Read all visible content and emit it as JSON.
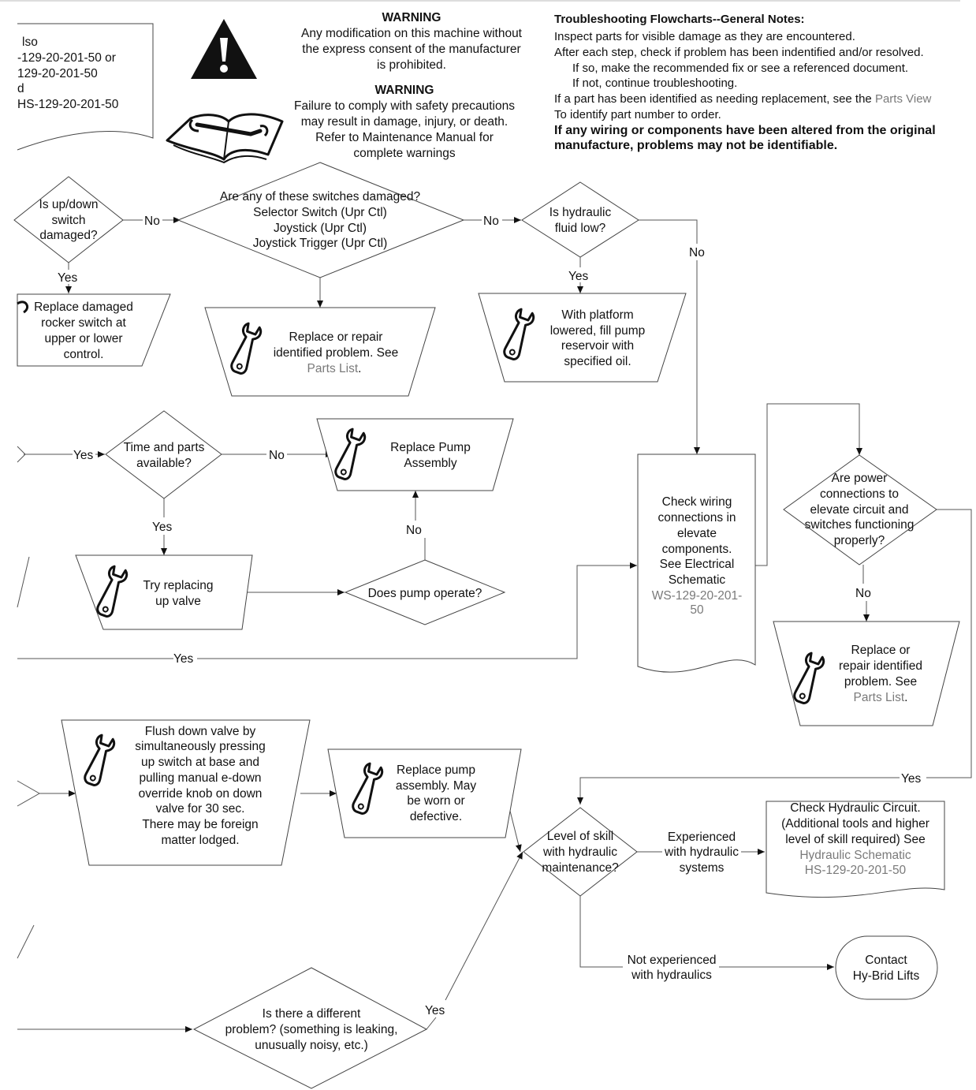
{
  "warning1": {
    "title": "WARNING",
    "lines": [
      "Any modification on this machine without",
      "the express consent of the manufacturer",
      "is prohibited."
    ]
  },
  "warning2": {
    "title": "WARNING",
    "lines": [
      "Failure to comply with safety precautions",
      "may result in damage, injury, or death.",
      "Refer to Maintenance Manual for",
      "complete warnings"
    ]
  },
  "notes": {
    "title": "Troubleshooting Flowcharts--General Notes:",
    "lines": [
      "Inspect parts for visible damage as they are encountered.",
      "After each step, check if problem has been indentified and/or resolved.",
      "If so, make the recommended fix or see a referenced document.",
      "If not, continue troubleshooting.",
      "If a part has been identified as needing replacement, see the ",
      "To identify part number to order."
    ],
    "parts_view_link": "Parts View",
    "bold_lines": [
      "If any wiring or components have been altered from the original",
      "manufacture, problems may not be identifiable."
    ]
  },
  "partial_doc": {
    "lines": [
      "lso",
      "-129-20-201-50 or",
      "129-20-201-50",
      "d",
      "HS-129-20-201-50"
    ]
  },
  "nodes": {
    "updown": [
      "Is up/down",
      "switch",
      "damaged?"
    ],
    "switches": [
      "Are any of these switches damaged?",
      "Selector Switch (Upr Ctl)",
      "Joystick (Upr Ctl)",
      "Joystick Trigger (Upr Ctl)"
    ],
    "fluid": [
      "Is hydraulic",
      "fluid low?"
    ],
    "replace_rocker": [
      "Replace damaged",
      "rocker switch at",
      "upper or lower",
      "control."
    ],
    "replace_repair1": [
      "Replace or repair",
      "identified problem.  See"
    ],
    "fill_pump": [
      "With platform",
      "lowered, fill pump",
      "reservoir with",
      "specified oil."
    ],
    "time_parts": [
      "Time and parts",
      "available?"
    ],
    "replace_pump_asm": [
      "Replace Pump",
      "Assembly"
    ],
    "try_up_valve": [
      "Try replacing",
      "up valve"
    ],
    "pump_operate": [
      "Does pump operate?"
    ],
    "check_wiring": [
      "Check wiring",
      "connections in",
      "elevate",
      "components.",
      "See Electrical",
      "Schematic"
    ],
    "check_wiring_link": [
      "WS-129-20-201-",
      "50"
    ],
    "power_conn": [
      "Are power",
      "connections to",
      "elevate circuit and",
      "switches functioning",
      "properly?"
    ],
    "replace_repair2": [
      "Replace or",
      "repair identified",
      "problem.  See"
    ],
    "flush": [
      "Flush down valve by",
      "simultaneously pressing",
      "up switch at base and",
      "pulling manual e-down",
      "override knob on down",
      "valve for 30 sec.",
      "There may be foreign",
      "matter lodged."
    ],
    "replace_pump_worn": [
      "Replace pump",
      "assembly.  May",
      "be worn or",
      "defective."
    ],
    "skill": [
      "Level of skill",
      "with hydraulic",
      "maintenance?"
    ],
    "check_hyd": [
      "Check Hydraulic Circuit.",
      "(Additional tools and higher",
      "level of skill required)  See"
    ],
    "check_hyd_link": [
      "Hydraulic Schematic",
      "HS-129-20-201-50"
    ],
    "contact": [
      "Contact",
      "Hy-Brid Lifts"
    ],
    "different": [
      "Is there a different",
      "problem? (something is leaking,",
      "unusually noisy, etc.)"
    ],
    "parts_list": "Parts List",
    "period": "."
  },
  "labels": {
    "yes": "Yes",
    "no": "No",
    "experienced": [
      "Experienced",
      "with hydraulic",
      "systems"
    ],
    "not_experienced": [
      "Not experienced",
      "with hydraulics"
    ]
  },
  "icons": [
    "warning-triangle-icon",
    "manual-book-wrench-icon",
    "wrench-icon"
  ],
  "colors": {
    "link": "#7a7a7a",
    "line": "#555555"
  }
}
